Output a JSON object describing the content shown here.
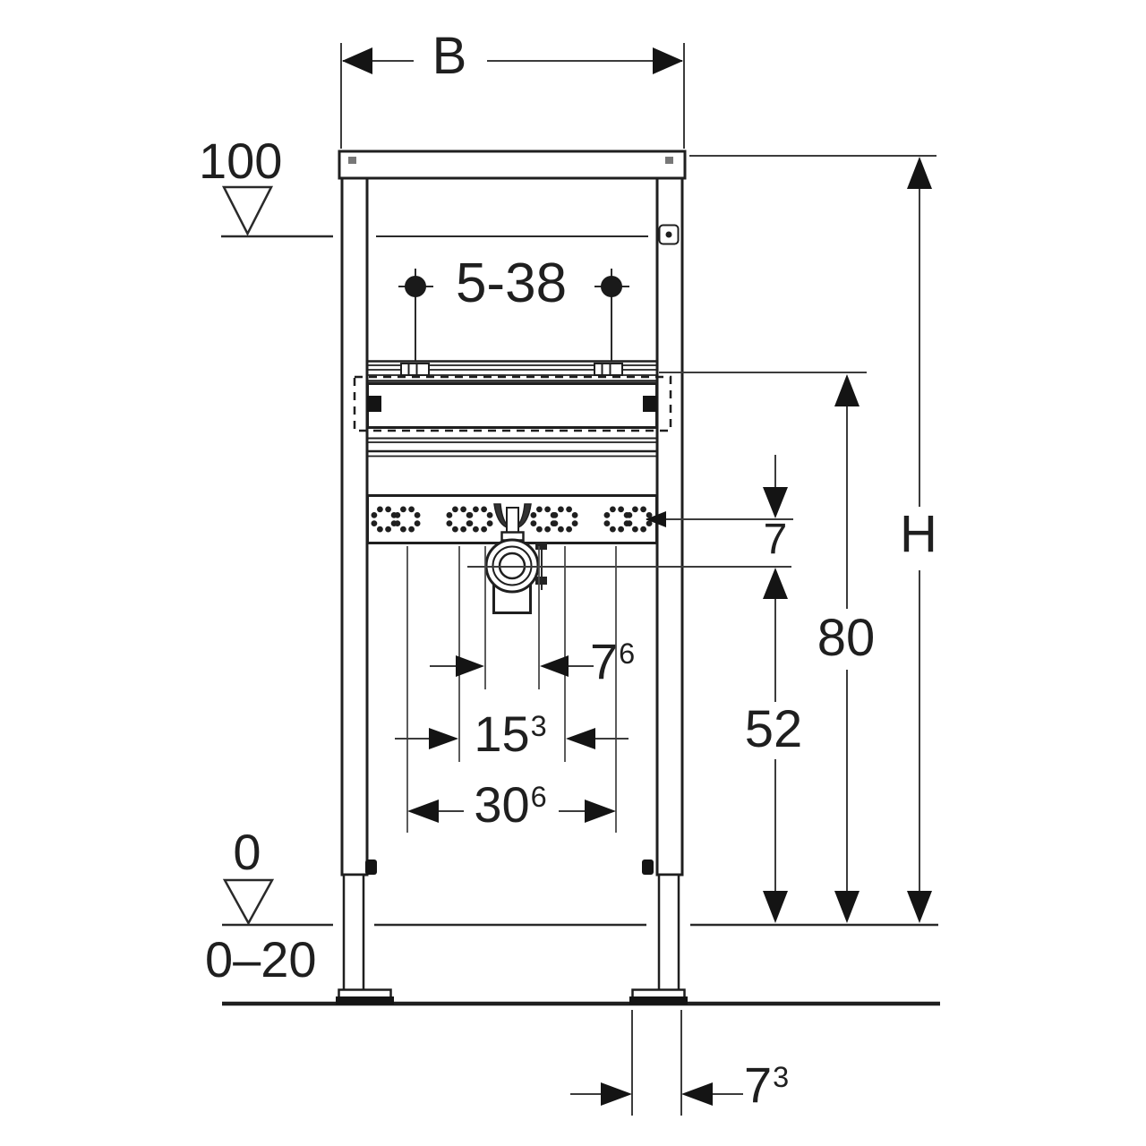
{
  "drawing": {
    "type": "technical-dimension-drawing",
    "subject": "wall-mounted washbasin installation frame, front view with datum levels"
  },
  "dimensions": {
    "frame_width": {
      "label": "B"
    },
    "datum_upper": {
      "label": "100"
    },
    "bolt_height_range": {
      "label": "5-38"
    },
    "frame_height": {
      "label": "H"
    },
    "plate_to_drain": {
      "label": "7"
    },
    "rail_top_height": {
      "label": "80"
    },
    "drain_center_height": {
      "label": "52"
    },
    "datum_floor": {
      "label": "0"
    },
    "floor_adjust_range": {
      "label": "0–20"
    },
    "drain_flange_width": {
      "main": "7",
      "sup": "6"
    },
    "spacing_mid": {
      "main": "15",
      "sup": "3"
    },
    "spacing_outer": {
      "main": "30",
      "sup": "6"
    },
    "foot_plate_depth": {
      "main": "7",
      "sup": "3"
    }
  },
  "colors": {
    "structure_line": "#1f1f1f",
    "dimension_line": "#3c3c3c",
    "arrow_fill": "#141414",
    "background": "#ffffff"
  }
}
